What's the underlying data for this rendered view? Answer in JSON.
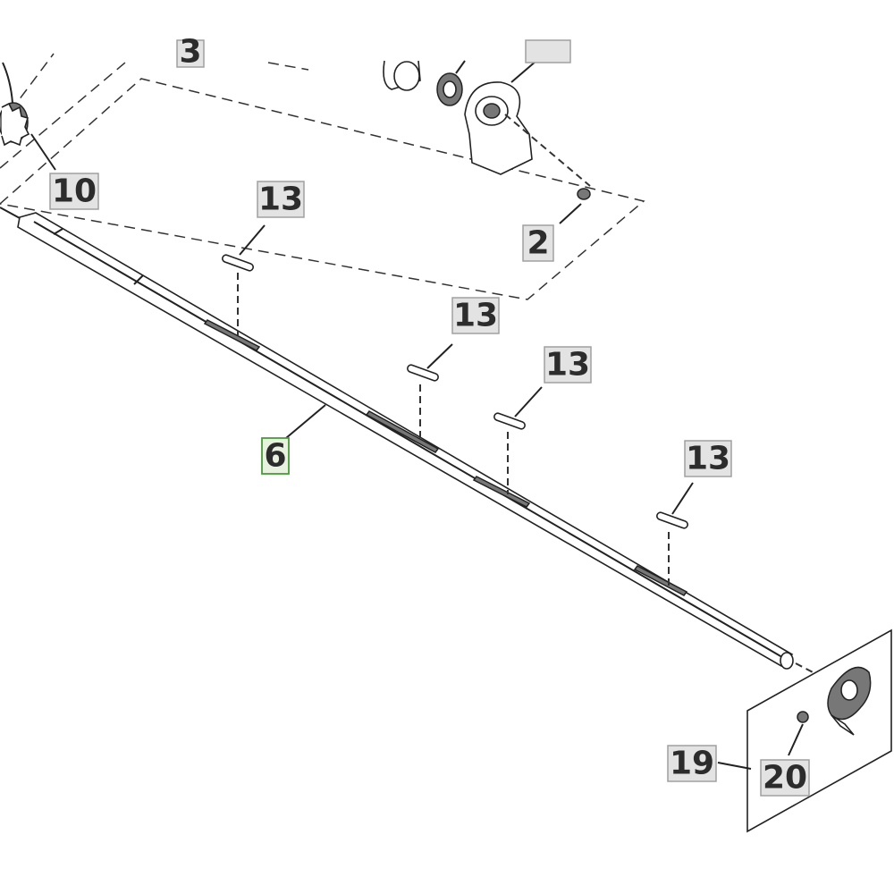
{
  "callouts": {
    "c_top": "3",
    "c10": "10",
    "c13a": "13",
    "c2": "2",
    "c13b": "13",
    "c13c": "13",
    "c6": "6",
    "c13d": "13",
    "c19": "19",
    "c20": "20"
  },
  "selected_callout": "6",
  "colors": {
    "callout_fill": "#e3e3e3",
    "callout_selected_fill": "#e8f3df",
    "callout_selected_border": "#4a9a3a",
    "line": "#222222"
  }
}
